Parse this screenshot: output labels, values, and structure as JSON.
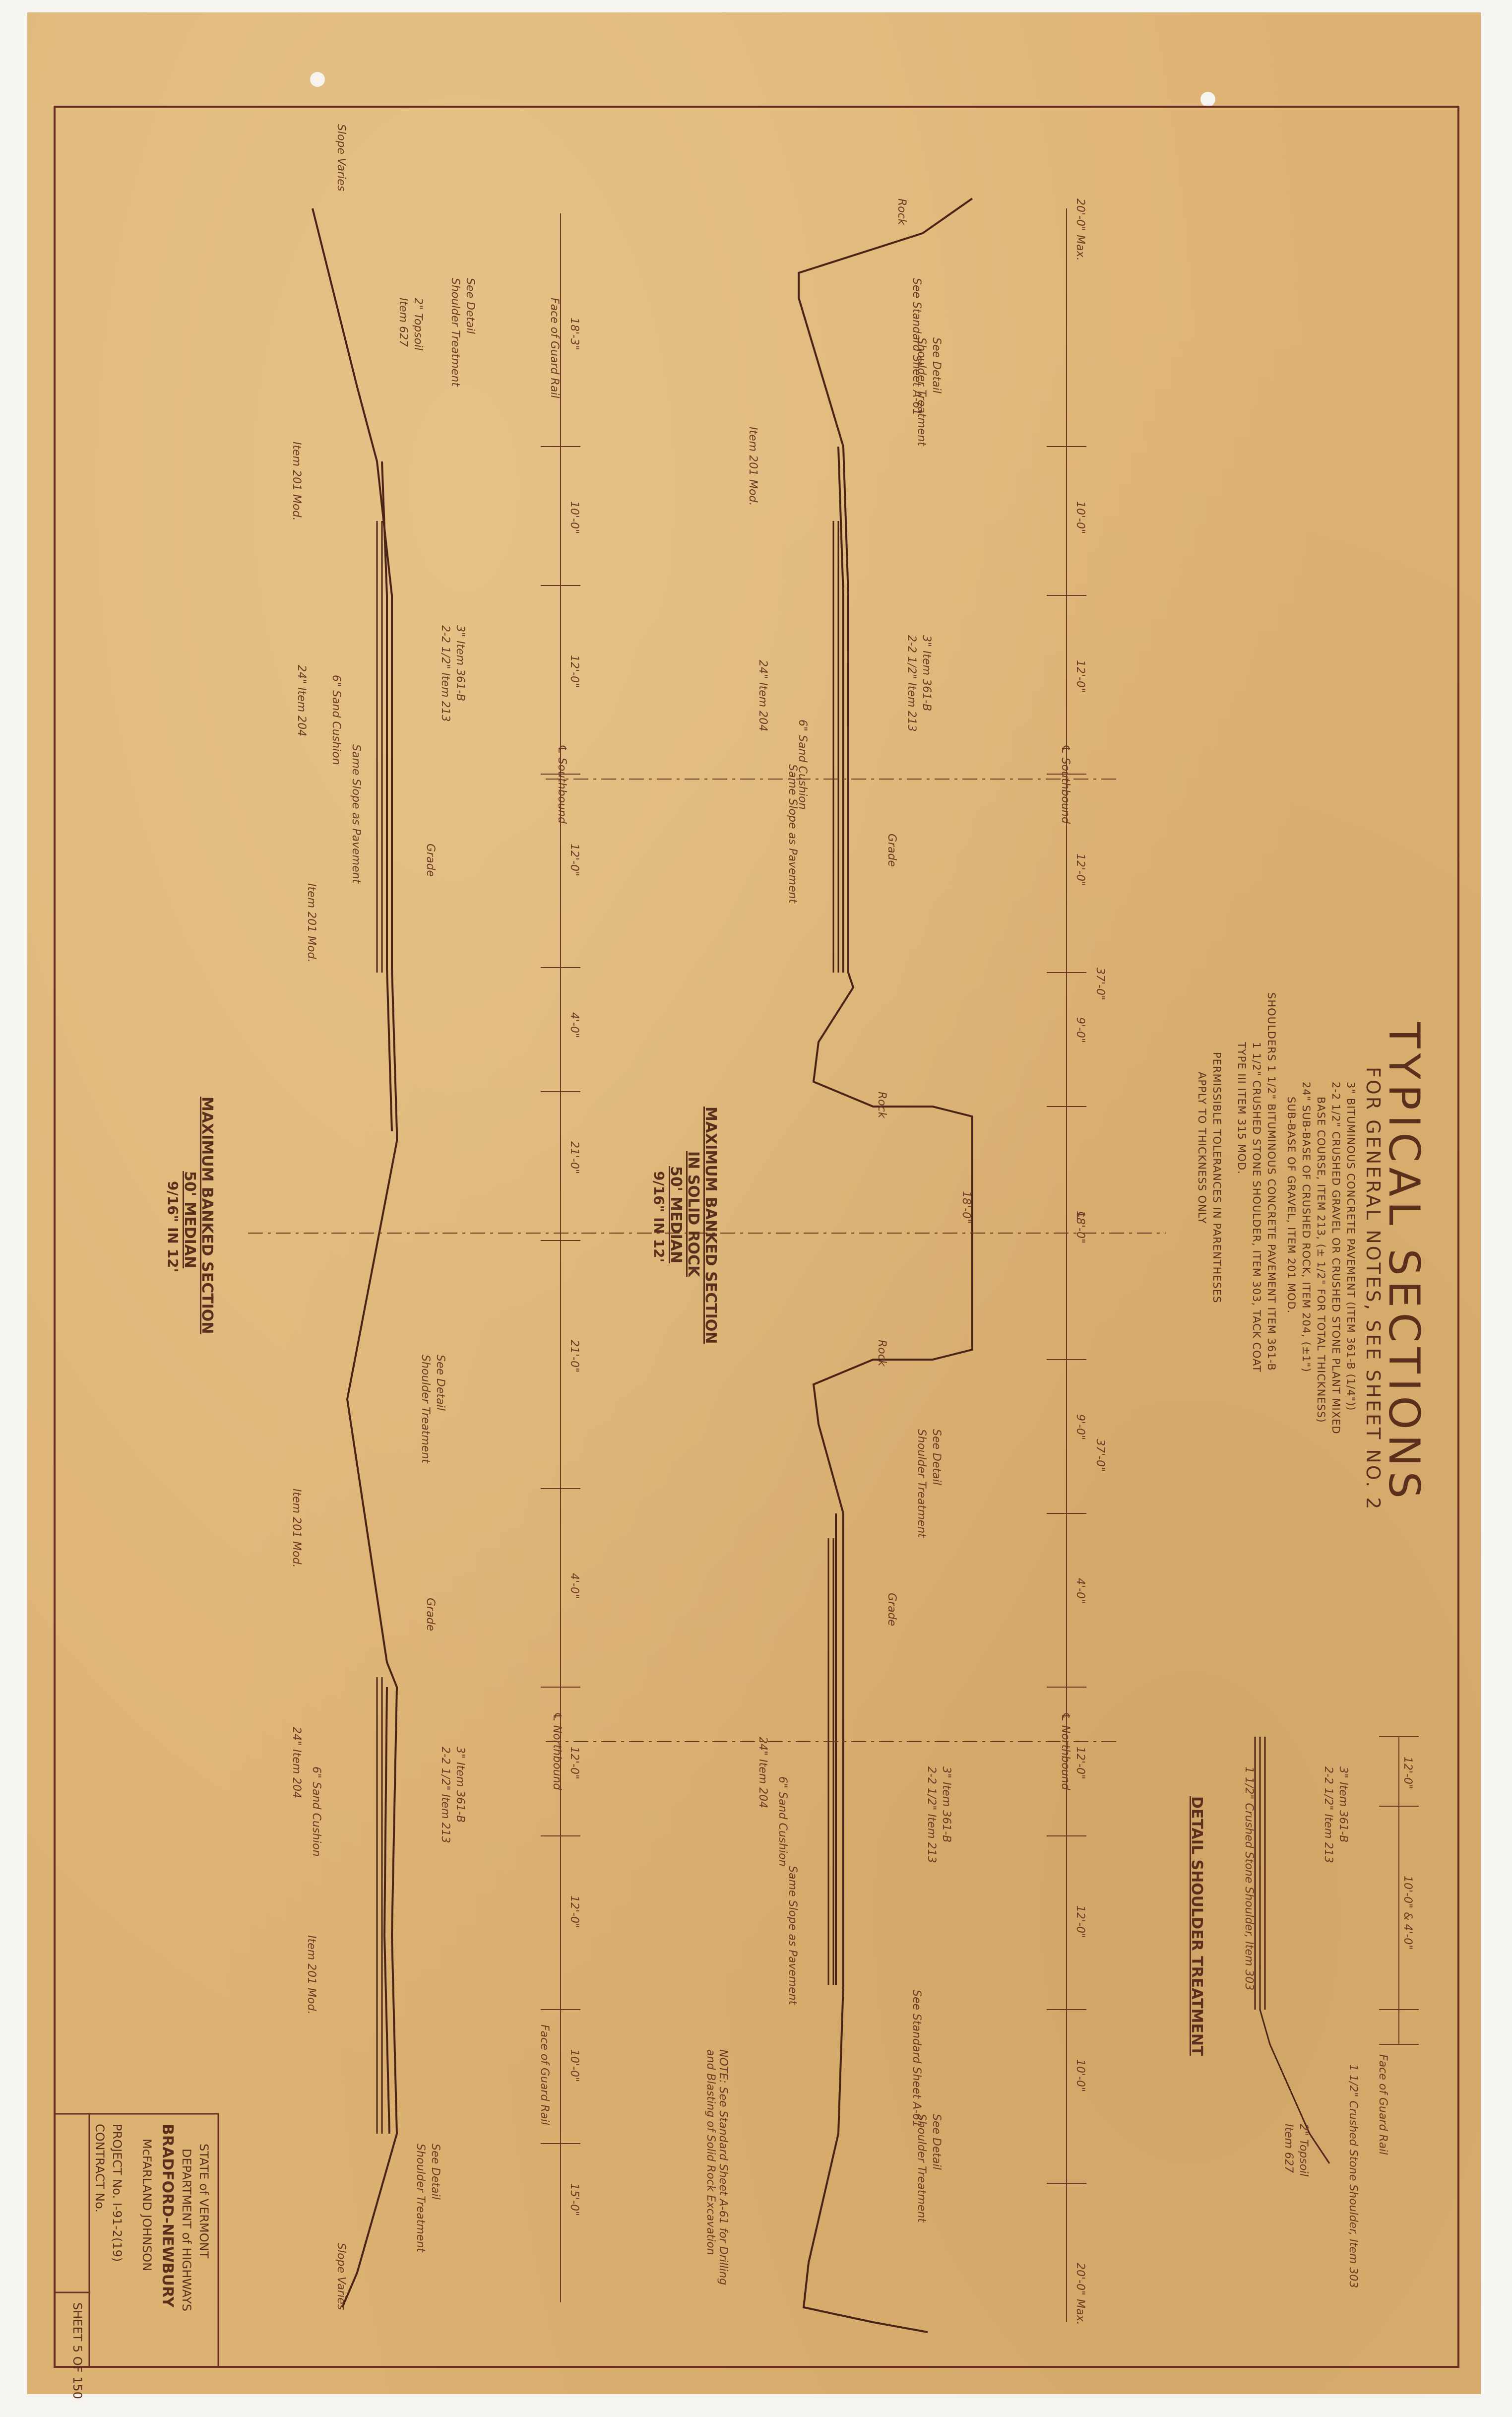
{
  "title": "TYPICAL SECTIONS",
  "subtitle": "FOR GENERAL NOTES, SEE SHEET NO. 2",
  "legend_notes": [
    "3\" BITUMINOUS CONCRETE PAVEMENT (ITEM 361-B (1/4\"))",
    "2-2 1/2\" CRUSHED GRAVEL OR CRUSHED STONE PLANT MIXED",
    "BASE COURSE, ITEM 213, (± 1/2\" FOR TOTAL THICKNESS)",
    "24\" SUB-BASE OF CRUSHED ROCK, ITEM 204, (±1\")",
    "SUB-BASE OF GRAVEL, ITEM 201 MOD.",
    "SHOULDERS 1 1/2\" BITUMINOUS CONCRETE PAVEMENT ITEM 361-B",
    "1 1/2\" CRUSHED STONE SHOULDER, ITEM 303, TACK COAT",
    "TYPE III ITEM 315 MOD.",
    "PERMISSIBLE TOLERANCES IN PARENTHESES",
    "APPLY TO THICKNESS ONLY"
  ],
  "sections": {
    "rock": {
      "title": "MAXIMUM BANKED SECTION",
      "line2": "IN SOLID ROCK",
      "line3": "50' MEDIAN",
      "scale": "9/16\" IN 12'"
    },
    "left": {
      "title": "MAXIMUM BANKED SECTION",
      "line2": "50' MEDIAN",
      "scale": "9/16\" IN 12'"
    },
    "detail": {
      "title": "DETAIL SHOULDER TREATMENT"
    }
  },
  "annotations": {
    "face_guard_rail": "Face of Guard Rail",
    "item_201_mod": "Item 201 Mod.",
    "see_detail": "See Detail",
    "shoulder_treatment": "Shoulder Treatment",
    "same_slope": "Same Slope as Pavement",
    "grade": "Grade",
    "cl_southbound": "℄ Southbound",
    "cl_northbound": "℄ Northbound",
    "cl": "℄",
    "sand_cushion": "6\" Sand Cushion",
    "item_204": "24\" Item 204",
    "item_361b": "3\" Item 361-B",
    "item_213": "2-2 1/2\" Item 213",
    "see_standard": "See Standard Sheet A-61",
    "slope_varies": "Slope Varies",
    "rock": "Rock",
    "crushed_shoulder": "1 1/2\" Crushed Stone Shoulder, Item 303",
    "topsoil": "2\" Topsoil",
    "item_627": "Item 627",
    "dim_12": "12'-0\"",
    "dim_10": "10'-0\"",
    "dim_4": "4'-0\"",
    "dim_21": "21'-0\"",
    "dim_37": "37'-0\"",
    "dim_18_3": "18'-3\"",
    "dim_9": "9'-0\"",
    "dim_20": "20'-0\" Max.",
    "dim_15": "15'-0\"",
    "dim_18": "18'-0\"",
    "dim_10_4": "10'-0\" & 4'-0\"",
    "note": "NOTE: See Standard Sheet A-61 for Drilling and Blasting of Solid Rock Excavation"
  },
  "title_block": {
    "state": "STATE of VERMONT",
    "dept": "DEPARTMENT of HIGHWAYS",
    "project_name": "BRADFORD-NEWBURY",
    "firm": "McFARLAND JOHNSON",
    "project_no": "PROJECT No. I-91-2(19)",
    "contract": "CONTRACT No.",
    "sheet": "SHEET 5 OF 150"
  }
}
